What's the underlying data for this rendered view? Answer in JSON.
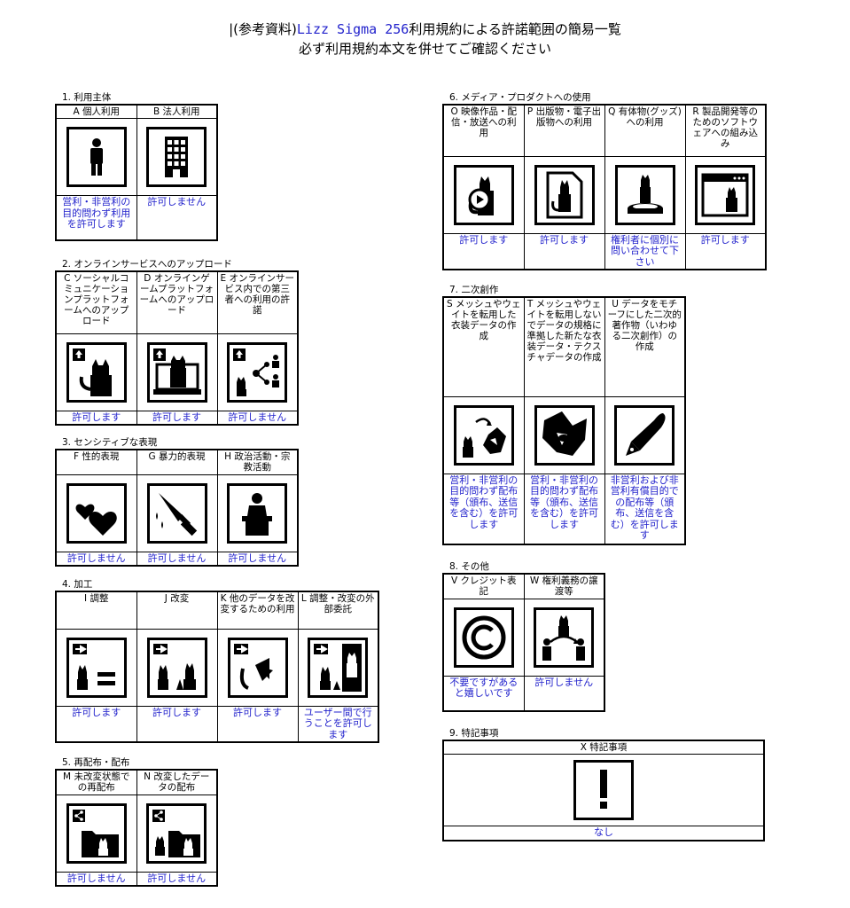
{
  "title": {
    "line1_open": "(参考資料)",
    "line1_accent": "Lizz Sigma 256",
    "line1_rest": "利用規約による許諾範囲の簡易一覧",
    "line2": "必ず利用規約本文を併せてご確認ください"
  },
  "colors": {
    "status": "#2222cc",
    "border": "#000000"
  },
  "sections": {
    "s1": {
      "label": "1. 利用主体",
      "items": [
        {
          "header": "A 個人利用",
          "icon": "person-icon",
          "status": "営利・非営利の目的問わず利用を許可します"
        },
        {
          "header": "B 法人利用",
          "icon": "building-icon",
          "status": "許可しません"
        }
      ]
    },
    "s2": {
      "label": "2. オンラインサービスへのアップロード",
      "items": [
        {
          "header": "C ソーシャルコミュニケーションプラットフォームへのアップロード",
          "icon": "upload-social-icon",
          "status": "許可します"
        },
        {
          "header": "D オンラインゲームプラットフォームへのアップロード",
          "icon": "upload-game-icon",
          "status": "許可します"
        },
        {
          "header": "E オンラインサービス内での第三者への利用の許諾",
          "icon": "share-third-party-icon",
          "status": "許可しません"
        }
      ]
    },
    "s3": {
      "label": "3. センシティブな表現",
      "items": [
        {
          "header": "F 性的表現",
          "icon": "hearts-icon",
          "status": "許可しません"
        },
        {
          "header": "G 暴力的表現",
          "icon": "knife-icon",
          "status": "許可しません"
        },
        {
          "header": "H 政治活動・宗教活動",
          "icon": "podium-icon",
          "status": "許可しません"
        }
      ]
    },
    "s4": {
      "label": "4. 加工",
      "items": [
        {
          "header": "I 調整",
          "icon": "adjust-icon",
          "status": "許可します"
        },
        {
          "header": "J 改変",
          "icon": "modify-icon",
          "status": "許可します"
        },
        {
          "header": "K 他のデータを改変するための利用",
          "icon": "reuse-data-icon",
          "status": "許可します"
        },
        {
          "header": "L 調整・改変の外部委託",
          "icon": "outsource-icon",
          "status": "ユーザー間で行うことを許可します"
        }
      ]
    },
    "s5": {
      "label": "5. 再配布・配布",
      "items": [
        {
          "header": "M 未改変状態での再配布",
          "icon": "redistribute-icon",
          "status": "許可しません"
        },
        {
          "header": "N 改変したデータの配布",
          "icon": "distribute-modified-icon",
          "status": "許可しません"
        }
      ]
    },
    "s6": {
      "label": "6. メディア・プロダクトへの使用",
      "items": [
        {
          "header": "O 映像作品・配信・放送への利用",
          "icon": "video-icon",
          "status": "許可します"
        },
        {
          "header": "P 出版物・電子出版物への利用",
          "icon": "publication-icon",
          "status": "許可します"
        },
        {
          "header": "Q 有体物(グッズ)への利用",
          "icon": "figure-goods-icon",
          "status": "権利者に個別に問い合わせて下さい"
        },
        {
          "header": "R 製品開発等のためのソフトウェアへの組み込み",
          "icon": "software-icon",
          "status": "許可します"
        }
      ]
    },
    "s7": {
      "label": "7. 二次創作",
      "items": [
        {
          "header": "S メッシュやウェイトを転用した衣装データの作成",
          "icon": "costume-icon",
          "status": "営利・非営利の目的問わず配布等（頒布、送信を含む）を許可します"
        },
        {
          "header": "T メッシュやウェイトを転用しないでデータの規格に準拠した新たな衣装データ・テクスチャデータの作成",
          "icon": "new-costume-icon",
          "status": "営利・非営利の目的問わず配布等（頒布、送信を含む）を許可します"
        },
        {
          "header": "U データをモチーフにした二次的著作物（いわゆる二次創作）の作成",
          "icon": "pen-icon",
          "status": "非営利および非営利有償目的での配布等（頒布、送信を含む）を許可します"
        }
      ]
    },
    "s8": {
      "label": "8. その他",
      "items": [
        {
          "header": "V クレジット表記",
          "icon": "copyright-icon",
          "status": "不要ですがあると嬉しいです"
        },
        {
          "header": "W 権利義務の譲渡等",
          "icon": "transfer-icon",
          "status": "許可しません"
        }
      ]
    },
    "s9": {
      "label": "9. 特記事項",
      "items": [
        {
          "header": "X 特記事項",
          "icon": "exclamation-icon",
          "status": "なし"
        }
      ]
    }
  }
}
